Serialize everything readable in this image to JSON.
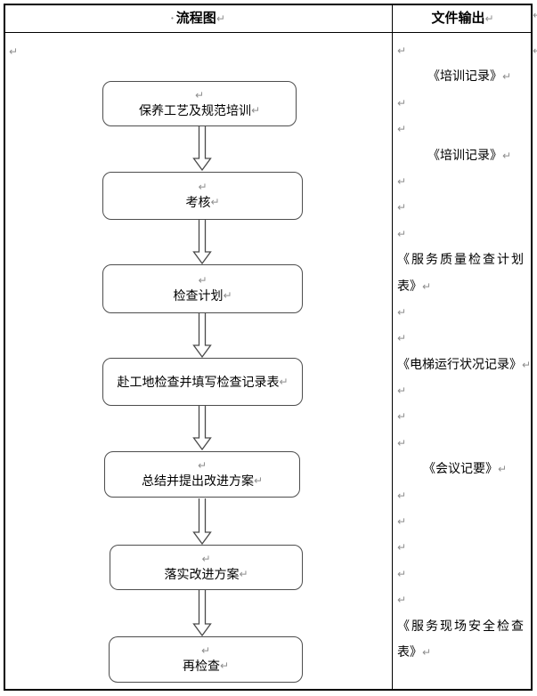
{
  "header": {
    "left_label": "流程图",
    "right_label": "文件输出"
  },
  "marks": {
    "pilcrow": "↵",
    "space_dot": "·"
  },
  "colors": {
    "table_border": "#000000",
    "shape_outline": "#4d4d4d",
    "mark_gray": "#8e8e8e"
  },
  "flowchart": {
    "steps": [
      {
        "label": "保养工艺及规范培训"
      },
      {
        "label": "考核"
      },
      {
        "label": "检查计划"
      },
      {
        "label": "赴工地检查并填写检查记录表"
      },
      {
        "label": "总结并提出改进方案"
      },
      {
        "label": "落实改进方案"
      },
      {
        "label": "再检查"
      }
    ]
  },
  "outputs": {
    "lines": [
      {
        "lead": "↵",
        "text": "",
        "tail": ""
      },
      {
        "lead": "",
        "text": "《培训记录》",
        "tail": "↵"
      },
      {
        "lead": "↵",
        "text": "",
        "tail": ""
      },
      {
        "lead": "↵",
        "text": "",
        "tail": ""
      },
      {
        "lead": "",
        "text": "《培训记录》",
        "tail": "↵"
      },
      {
        "lead": "↵",
        "text": "",
        "tail": ""
      },
      {
        "lead": "↵",
        "text": "",
        "tail": ""
      },
      {
        "lead": "↵",
        "text": "",
        "tail": ""
      },
      {
        "lead": "",
        "text": "《服务质量检查计划",
        "tail": ""
      },
      {
        "lead": "",
        "text": "表》",
        "tail": "↵"
      },
      {
        "lead": "↵",
        "text": "",
        "tail": ""
      },
      {
        "lead": "↵",
        "text": "",
        "tail": ""
      },
      {
        "lead": "",
        "text": "《电梯运行状况记录》",
        "tail": "↵"
      },
      {
        "lead": "↵",
        "text": "",
        "tail": ""
      },
      {
        "lead": "↵",
        "text": "",
        "tail": ""
      },
      {
        "lead": "↵",
        "text": "",
        "tail": ""
      },
      {
        "lead": "",
        "text": "《会议记要》",
        "tail": "↵"
      },
      {
        "lead": "↵",
        "text": "",
        "tail": ""
      },
      {
        "lead": "↵",
        "text": "",
        "tail": ""
      },
      {
        "lead": "↵",
        "text": "",
        "tail": ""
      },
      {
        "lead": "↵",
        "text": "",
        "tail": ""
      },
      {
        "lead": "↵",
        "text": "",
        "tail": ""
      },
      {
        "lead": "",
        "text": "《服务现场安全检查",
        "tail": ""
      },
      {
        "lead": "",
        "text": "表》",
        "tail": "↵"
      }
    ]
  }
}
